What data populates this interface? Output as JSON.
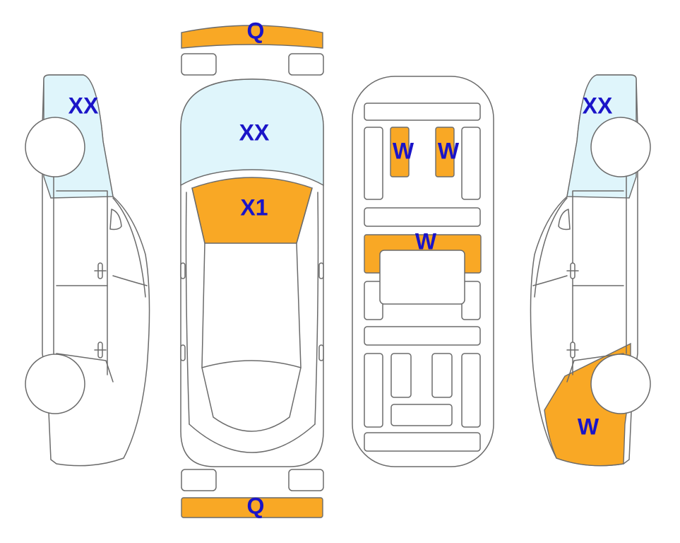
{
  "colors": {
    "damage": "#f9a825",
    "glass": "#dff5fb",
    "label": "#1a14c8",
    "outline": "#6b6b6b"
  },
  "zones": {
    "front_bumper": "Q",
    "rear_bumper": "Q",
    "windshield": "XX",
    "hood": "X1",
    "left_front_window": "XX",
    "right_front_window": "XX",
    "floor_left_seat": "W",
    "floor_right_seat": "W",
    "floor_center_panel": "W",
    "right_rear_quarter": "W"
  }
}
